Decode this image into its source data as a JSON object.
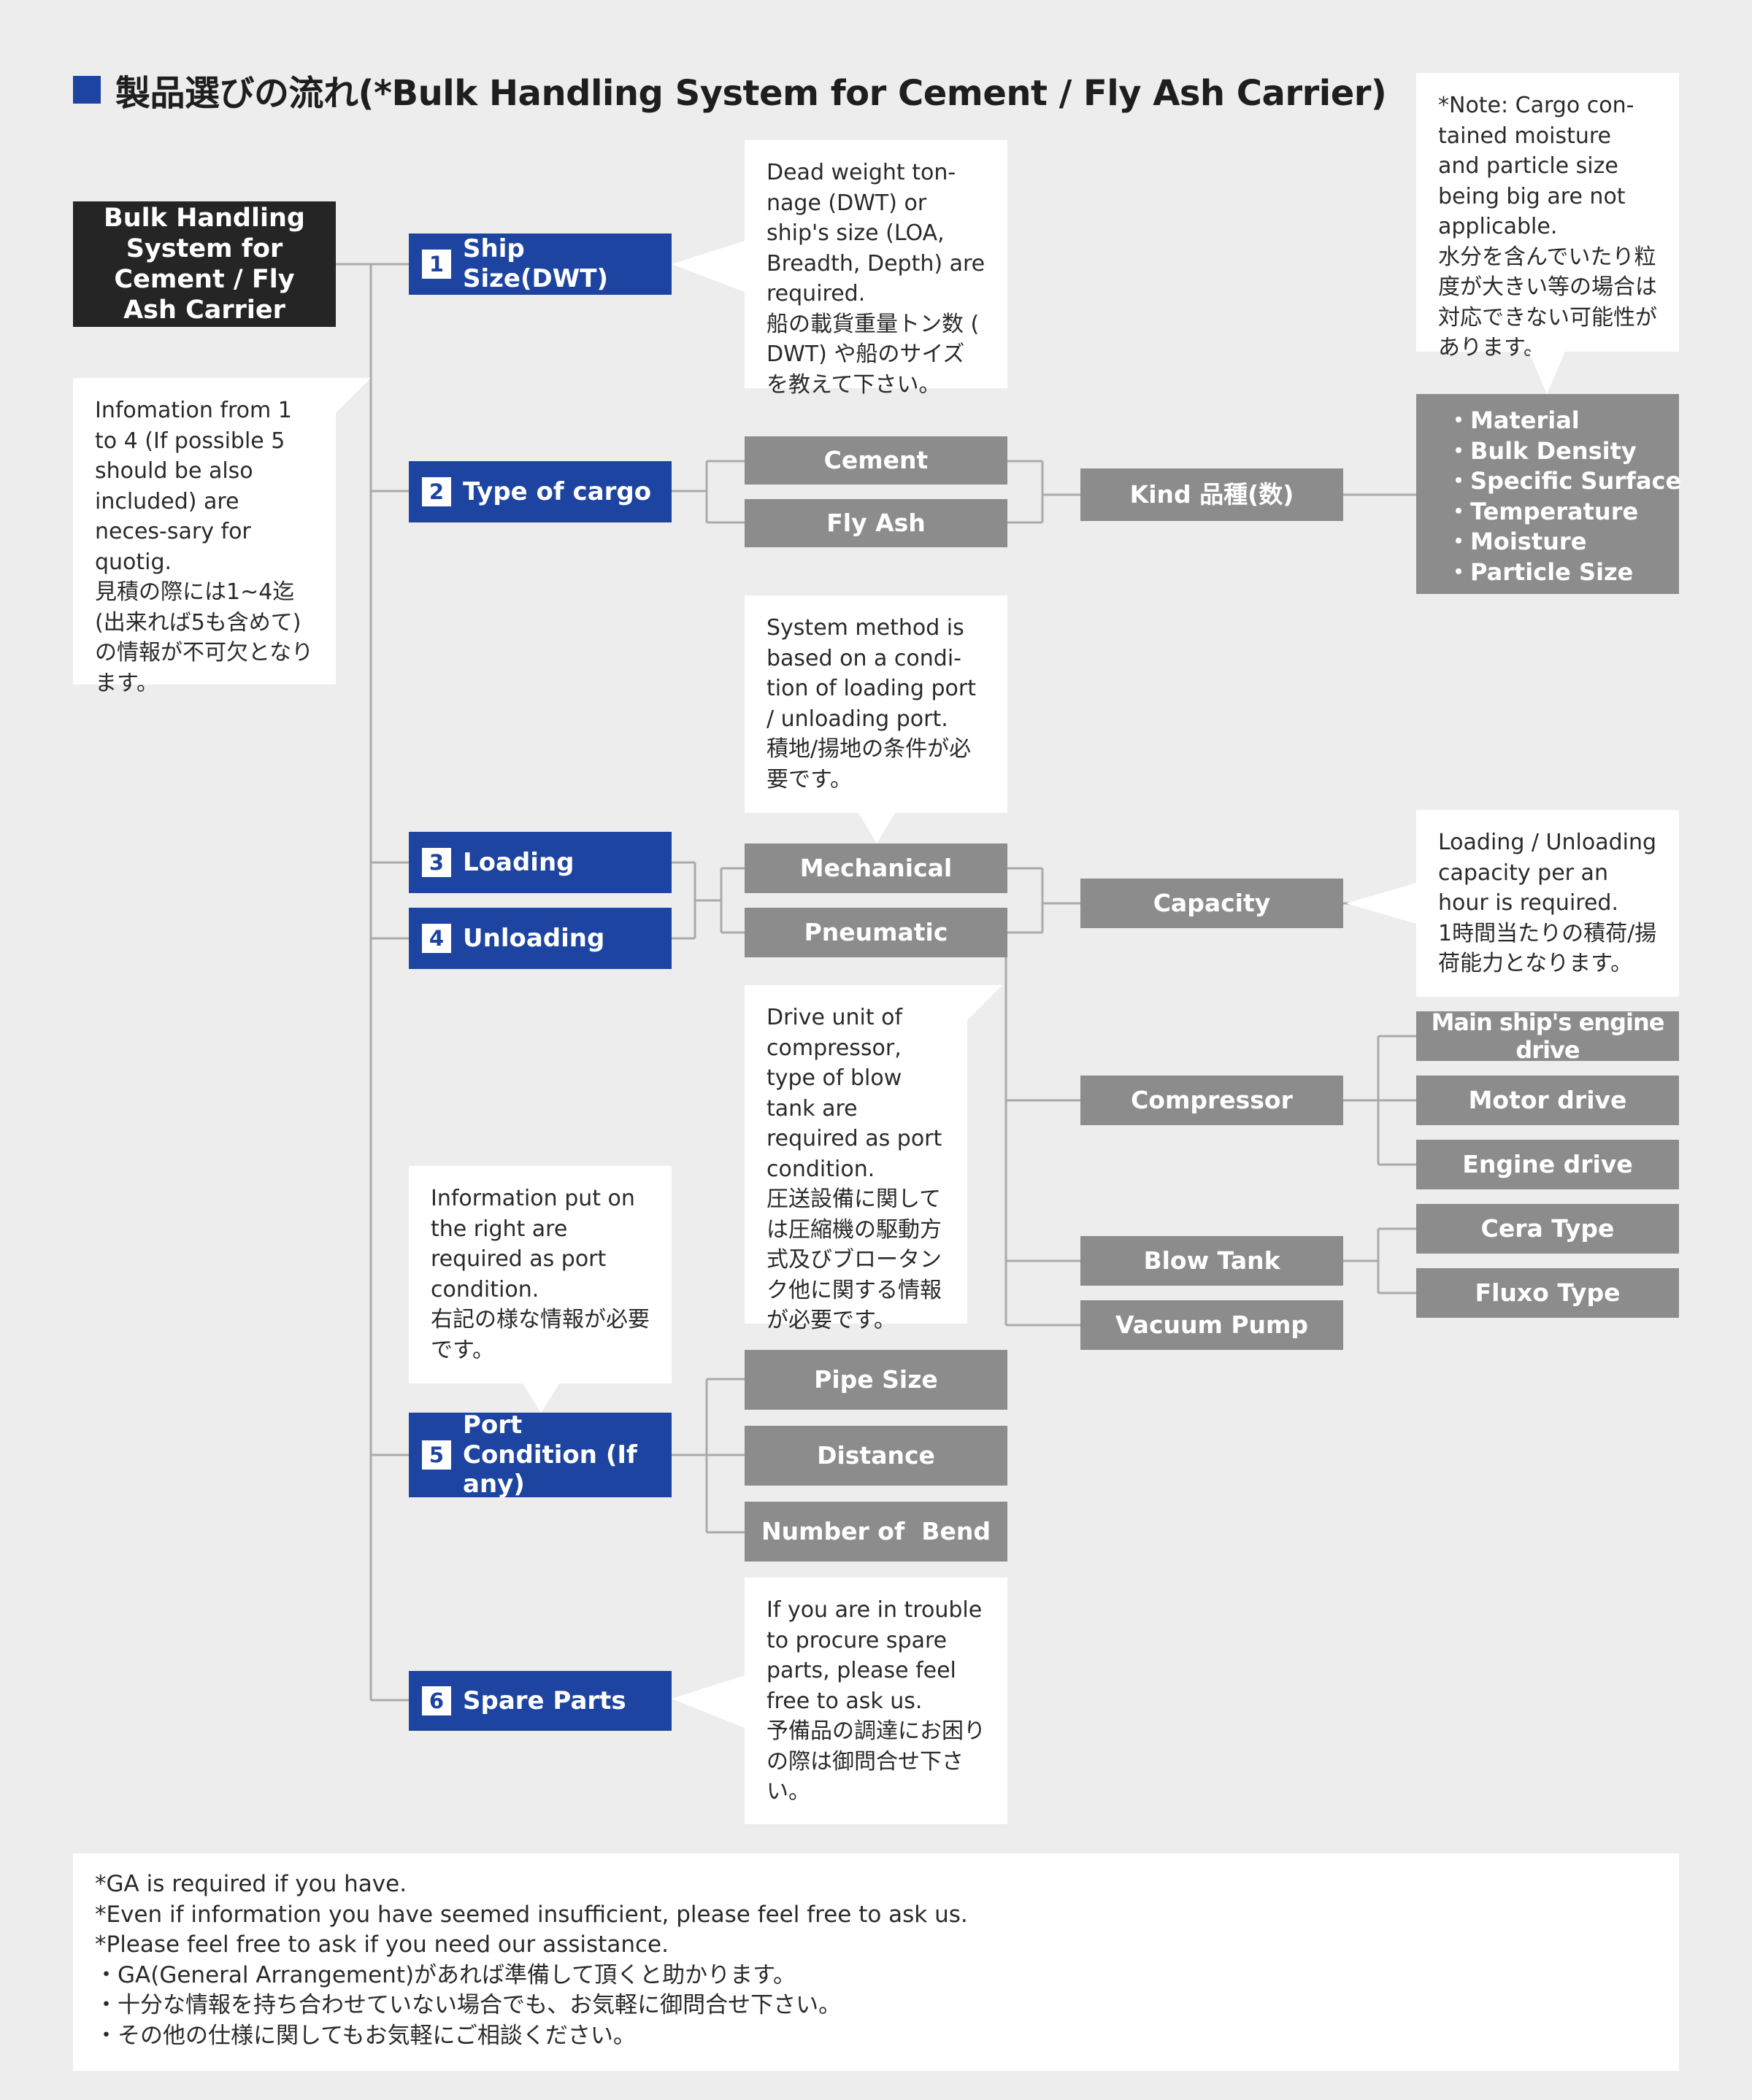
{
  "title": "製品選びの流れ(*Bulk Handling System for Cement / Fly Ash Carrier)",
  "root": "Bulk Handling System for Cement / Fly Ash Carrier",
  "steps": [
    {
      "num": "1",
      "label": "Ship Size(DWT)"
    },
    {
      "num": "2",
      "label": "Type of cargo"
    },
    {
      "num": "3",
      "label": "Loading"
    },
    {
      "num": "4",
      "label": "Unloading"
    },
    {
      "num": "5",
      "label": "Port Condition (If any)"
    },
    {
      "num": "6",
      "label": "Spare Parts"
    }
  ],
  "cargo_types": [
    "Cement",
    "Fly Ash"
  ],
  "kind": "Kind 品種(数)",
  "kind_properties": [
    "・Material",
    "・Bulk Density",
    "・Specific Surface",
    "・Temperature",
    "・Moisture",
    "・Particle Size"
  ],
  "methods": [
    "Mechanical",
    "Pneumatic"
  ],
  "capacity": "Capacity",
  "pneumatic_items": [
    "Compressor",
    "Blow Tank",
    "Vacuum Pump"
  ],
  "compressor_drives": [
    "Main ship's engine drive",
    "Motor drive",
    "Engine drive"
  ],
  "blow_tank_types": [
    "Cera Type",
    "Fluxo Type"
  ],
  "port_items": [
    "Pipe Size",
    "Distance",
    "Number of  Bend"
  ],
  "notes": {
    "left": [
      "Infomation from 1 to 4 (If possible 5 should be also included) are neces-sary for quotig.",
      "見積の際には1~4迄(出来れば5も含めて)の情報が不可欠となります。"
    ],
    "ship": [
      "Dead weight ton-nage (DWT) or ship's size (LOA, Breadth, Depth) are required.",
      "船の載貨重量トン数 ( DWT) や船のサイズを教えて下さい。"
    ],
    "cargo": [
      "*Note: Cargo con-tained moisture and particle size being big are not applicable.",
      "水分を含んでいたり粒度が大きい等の場合は対応できない可能性があります。"
    ],
    "system": [
      "System method is based on a condi-tion of  loading port / unloading port.",
      "積地/揚地の条件が必要です。"
    ],
    "capacity": [
      "Loading / Unloading capacity per an hour is required.",
      "1時間当たりの積荷/揚荷能力となります。"
    ],
    "drive": [
      "Drive unit of compressor, type of blow tank are required as port condition.",
      "圧送設備に関しては圧縮機の駆動方式及びブロータンク他に関する情報が必要です。"
    ],
    "port": [
      "Information put on the right are required as port condition.",
      "右記の様な情報が必要です。"
    ],
    "spare": [
      "If you are in trouble to procure spare parts, please feel free to ask us.",
      "予備品の調達にお困りの際は御問合せ下さい。"
    ]
  },
  "footer": [
    "*GA is required if you have.",
    "*Even if information you have seemed insufficient, please feel free to ask us.",
    "*Please feel free to ask if you need our assistance.",
    "・GA(General Arrangement)があれば準備して頂くと助かります。",
    "・十分な情報を持ち合わせていない場合でも、お気軽に御問合せ下さい。",
    "・その他の仕様に関してもお気軽にご相談ください。"
  ],
  "colors": {
    "background": "#ededed",
    "step_blue": "#1d44a0",
    "box_gray": "#8c8c8c",
    "root_dark": "#252525",
    "connector": "#aaaaaa"
  }
}
